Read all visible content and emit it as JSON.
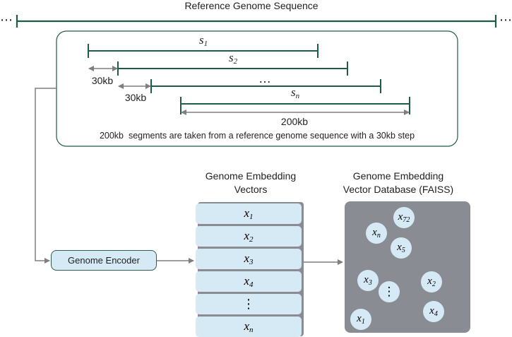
{
  "reference": {
    "title": "Reference Genome Sequence",
    "left_dots": "⋯",
    "right_dots": "⋯"
  },
  "segments": [
    {
      "base": "s",
      "sub": "1"
    },
    {
      "base": "s",
      "sub": "2"
    },
    {
      "base": "",
      "sub": "",
      "label": "…"
    },
    {
      "base": "s",
      "sub": "n"
    }
  ],
  "step_labels": [
    "30kb",
    "30kb"
  ],
  "width_label": "200kb",
  "caption": "200kb  segments are taken from a reference genome sequence with a 30kb step",
  "encoder": {
    "label": "Genome Encoder"
  },
  "vectors": {
    "heading_line1": "Genome Embedding",
    "heading_line2": "Vectors",
    "items": [
      {
        "base": "x",
        "sub": "1"
      },
      {
        "base": "x",
        "sub": "2"
      },
      {
        "base": "x",
        "sub": "3"
      },
      {
        "base": "x",
        "sub": "4"
      },
      {
        "base": "",
        "sub": "",
        "label": "⋮"
      },
      {
        "base": "x",
        "sub": "n"
      }
    ]
  },
  "database": {
    "heading_line1": "Genome Embedding",
    "heading_line2": "Vector Database (FAISS)",
    "bubbles": [
      {
        "base": "x",
        "sub": "72"
      },
      {
        "base": "x",
        "sub": "n"
      },
      {
        "base": "x",
        "sub": "5"
      },
      {
        "base": "x",
        "sub": "3"
      },
      {
        "base": "",
        "sub": "",
        "label": "⋮"
      },
      {
        "base": "x",
        "sub": "2"
      },
      {
        "base": "x",
        "sub": "4"
      },
      {
        "base": "x",
        "sub": "1"
      }
    ]
  },
  "colors": {
    "segment_line": "#1f5c45",
    "arrow_gray": "#7f7f7f",
    "box_fill": "#d6eaf6",
    "database_fill": "#898c92",
    "stack_shadow": "#898c92"
  }
}
